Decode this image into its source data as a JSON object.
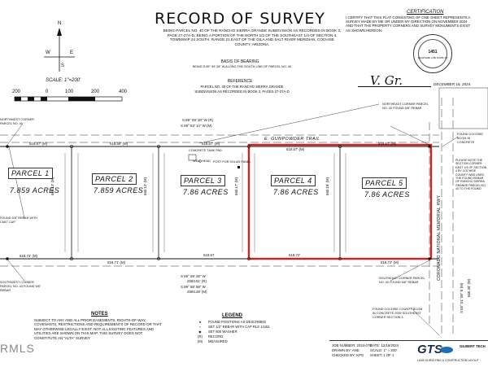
{
  "header": {
    "title": "RECORD OF SURVEY",
    "subtitle": "Being Parcel No. 40 of the Rancho Sierra Grande Subdivision as recorded in Book 3, Page 27-27A-D, Being a portion of the North 1/2 of the Southeast 1/4 of Section 4, Township 24 South, Range 21 East of the Gila and Salt River Meridian, Cochise County, Arizona."
  },
  "north": {
    "n": "N",
    "e": "E",
    "w": "W",
    "s": "S",
    "scale_label": "SCALE: 1\"=200'"
  },
  "scale_bar": {
    "ticks": [
      "200",
      "0",
      "100",
      "200",
      "400"
    ]
  },
  "basis": {
    "title": "BASIS OF BEARING",
    "text": "Being S 89° 59' 28\" W along the South line of Parcel No. 40"
  },
  "reference": {
    "title": "REFERENCE",
    "line1": "Parcel No. 40 of the Rancho Sierra Grande",
    "line2": "Subdivision as recorded in Book 3, Pages 27-27A-D"
  },
  "certification": {
    "title": "CERTIFICATION",
    "text": "I certify that this plat consisting of one sheet represents a survey made by me or under my direction on November 2024 and that the property corners and survey monuments exist as shown hereon.",
    "signature": "V. Gr.",
    "date": "DECEMBER 16, 2024",
    "seal_number": "1451",
    "seal_label": "REGISTERED LAND SURVEYOR"
  },
  "plat": {
    "road_name": "E. GUNPOWDER TRAIL",
    "road_bearing_top": "S 89° 59' 28\" W (R)",
    "road_bearing_bottom": "S 89° 53' 14\" W (M)",
    "top_segments": [
      "518.57' (M)",
      "518.56' (M)",
      "518.57' (M)",
      "518.57' (M)",
      "518.57' (M)"
    ],
    "bottom_segments": [
      "518.72' (M)",
      "518.71' (M)",
      "518.57",
      "518.72'",
      "518.72' (M)"
    ],
    "bottom_bearing": "S 89° 59' 28\" W",
    "bottom_total": "2593.61' (R)",
    "bottom_bearing2": "S 89° 58' 58\" W",
    "bottom_total2": "2593.28' (M)",
    "vertical_dims": [
      "660.13' (M)",
      "660.12' (M)",
      "660.17' (M)",
      "660.18' (M)"
    ],
    "parcels": [
      {
        "name": "PARCEL 1",
        "acres": "7.859 ACRES"
      },
      {
        "name": "PARCEL 2",
        "acres": "7.859 ACRES"
      },
      {
        "name": "PARCEL 3",
        "acres": "7.86 ACRES"
      },
      {
        "name": "PARCEL 4",
        "acres": "7.86 ACRES"
      },
      {
        "name": "PARCEL 5",
        "acres": "7.86 ACRES"
      }
    ],
    "callouts": {
      "concrete_pad": "CONCRETE TANK PAD",
      "well_head": "WELL HEAD",
      "solar_post": "POST FOR SOLAR PANEL",
      "northwest_corner": "NORTHWEST CORNER PARCEL NO. 40",
      "northeast_corner": "NORTHEAST CORNER PARCEL NO. 40 FOUND 5/8\" REBAR",
      "found_rebar_w": "FOUND 5/8\" REBAR WITH CMLT CAP",
      "southwest_corner": "SOUTHWEST CORNER PARCEL NO. 40 FOUND 5/8\" REBAR",
      "southeast_corner": "SOUTHEAST CORNER PARCEL NO. 40 FOUND 5/8\" REBAR",
      "found_cochise": "FOUND COCHISE COUNTY BCGM IN CONCRETE 2005 SOUTHEAST CORNER SECTION 4",
      "found_bcgm_ne": "FOUND COCHISE BCGM IN CONCRETE",
      "right_note": "PLEASE NOTE THE SECTION CORNER EAST 1/4 OF SECTION 4 BY COCHISE COUNTY WAS USED THE FOUND REBAR OF RANCHO SIERRA GRANDE PARCEL NO. 40 TO THE FOUND",
      "highway": "CORONADO NATIONAL MEMORIAL HWY",
      "highway_bearing": "S 00° 01' 08\" E (M)",
      "highway_dim": "660.35' (M)"
    }
  },
  "notes": {
    "title": "NOTES",
    "text": "Subject to any and all prior easements, rights-of-way, covenants, restrictions and requirements of record or that may otherwise legally exist. Not all existing features and utilities are shown on this map. This survey does not constitute an \"ALTA\" survey"
  },
  "legend": {
    "title": "LEGEND",
    "items": [
      {
        "symbol": "●",
        "text": "FOUND POSITIONS AS DESCRIBED"
      },
      {
        "symbol": "○",
        "text": "SET 1/2\" REBAR WITH CAP RLS 14161"
      },
      {
        "symbol": "◆",
        "text": "SET 600 WASHER"
      },
      {
        "symbol": "(R)",
        "text": "RECORD"
      },
      {
        "symbol": "(M)",
        "text": "MEASURED"
      }
    ]
  },
  "title_block": {
    "job": "JOB NUMBER: 2024-078",
    "date": "DATE: 12/16/2024",
    "drawn": "DRAWN BY: ANE",
    "scale": "SCALE: 1\" = 200'",
    "checked": "CHECKED BY: KPG",
    "sheet": "SHEET: 1 OF 1",
    "logo": "GTS",
    "company": "GILBERT TECH",
    "tagline": "LAND SURVEYING & CONSTRUCTION LAYOUT"
  },
  "watermark": "RMLS"
}
